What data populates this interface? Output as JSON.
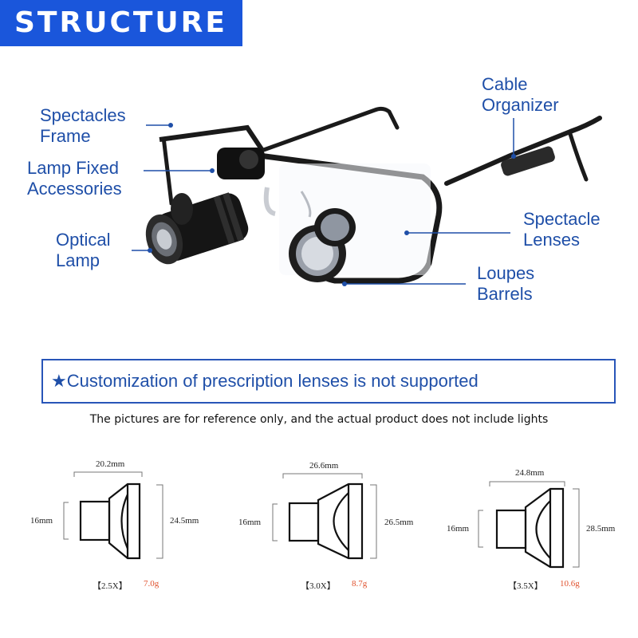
{
  "banner": {
    "title": "STRUCTURE"
  },
  "callouts": {
    "spectacles_frame": [
      "Spectacles",
      "Frame"
    ],
    "lamp_fixed": [
      "Lamp Fixed",
      "Accessories"
    ],
    "optical_lamp": [
      "Optical",
      "Lamp"
    ],
    "cable_organizer": [
      "Cable",
      "Organizer"
    ],
    "spectacle_lenses": [
      "Spectacle",
      "Lenses"
    ],
    "loupes_barrels": [
      "Loupes",
      "Barrels"
    ]
  },
  "notice": {
    "text": "★Customization of prescription lenses is not supported"
  },
  "reference_note": "The pictures are for reference only, and the actual product does not include lights",
  "specs": [
    {
      "top_width": "20.2mm",
      "left_height": "16mm",
      "right_height": "24.5mm",
      "magnification": "【2.5X】",
      "weight": "7.0g"
    },
    {
      "top_width": "26.6mm",
      "left_height": "16mm",
      "right_height": "26.5mm",
      "magnification": "【3.0X】",
      "weight": "8.7g"
    },
    {
      "top_width": "24.8mm",
      "left_height": "16mm",
      "right_height": "28.5mm",
      "magnification": "【3.5X】",
      "weight": "10.6g"
    }
  ],
  "colors": {
    "banner": "#1a56db",
    "label_text": "#1f4fa8",
    "weight_text": "#e0522e"
  }
}
